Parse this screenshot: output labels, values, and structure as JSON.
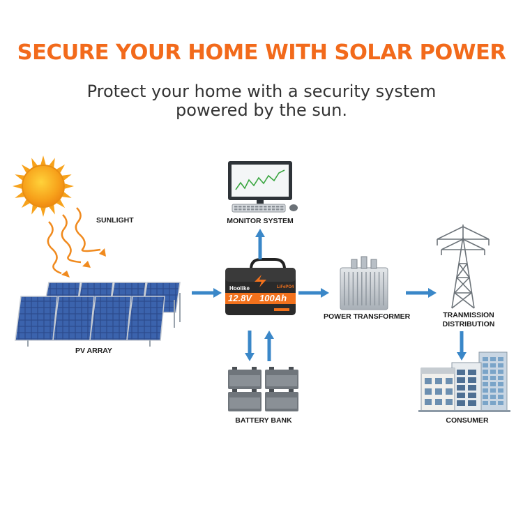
{
  "header": {
    "title": "SECURE YOUR HOME WITH SOLAR POWER",
    "subtitle_line1": "Protect your home with a security system",
    "subtitle_line2": "powered by the sun."
  },
  "colors": {
    "title": "#f26a1b",
    "arrow": "#3a87c8",
    "sun": "#f7a21b",
    "panel": "#2b4a8c",
    "battery_accent": "#f2711c"
  },
  "labels": {
    "sunlight": "SUNLIGHT",
    "pv_array": "PV ARRAY",
    "monitor_system": "MONITOR SYSTEM",
    "power_transformer": "POWER TRANSFORMER",
    "transmission": "TRANMISSION",
    "distribution": "DISTRIBUTION",
    "battery_bank": "BATTERY BANK",
    "consumer": "CONSUMER"
  },
  "battery": {
    "brand": "Hoolike",
    "voltage": "12.8V",
    "capacity": "100Ah",
    "chemistry": "LiFePO4"
  },
  "icons": [
    "sun-icon",
    "sunlight-rays-icon",
    "solar-panel-icon",
    "monitor-icon",
    "keyboard-icon",
    "mouse-icon",
    "lithium-battery-icon",
    "transformer-icon",
    "transmission-tower-icon",
    "battery-bank-icon",
    "buildings-icon",
    "flow-arrow-icon"
  ]
}
